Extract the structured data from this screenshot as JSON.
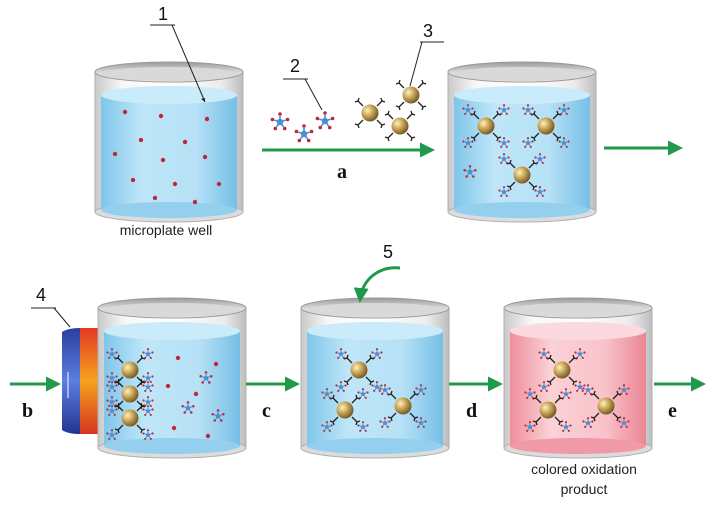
{
  "labels": {
    "callout_1": "1",
    "callout_2": "2",
    "callout_3": "3",
    "callout_4": "4",
    "callout_5": "5",
    "step_a": "a",
    "step_b": "b",
    "step_c": "c",
    "step_d": "d",
    "step_e": "e",
    "microplate_well": "microplate well",
    "colored_line1": "colored oxidation",
    "colored_line2": "product"
  },
  "colors": {
    "liquid_blue": "#a9dcf3",
    "liquid_pink": "#f4aab3",
    "arrow_green": "#1f9a4a",
    "dot_red": "#c0283a",
    "bead_gold": "#c9a85a",
    "star_blue": "#4e8fd0",
    "magnet_blue": "#2f4fb8",
    "magnet_red": "#e0452b"
  }
}
